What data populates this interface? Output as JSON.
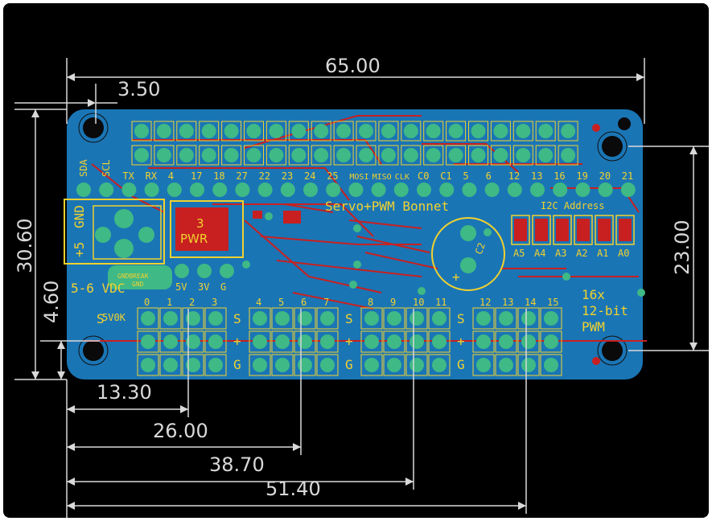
{
  "dimensions": {
    "board_width": "65.00",
    "hole_offset": "3.50",
    "board_height": "30.60",
    "hole_spacing_v": "23.00",
    "edge_offset": "4.60",
    "header_offsets": [
      "13.30",
      "26.00",
      "38.70",
      "51.40"
    ]
  },
  "silkscreen": {
    "header_pins": [
      "SDA",
      "SCL",
      "TX",
      "RX",
      "4",
      "17",
      "18",
      "27",
      "22",
      "23",
      "24",
      "25",
      "MOSI",
      "MISO",
      "CLK",
      "C0",
      "C1",
      "5",
      "6",
      "12",
      "13",
      "16",
      "19",
      "20",
      "21"
    ],
    "title": "Servo+PWM Bonnet",
    "i2c_label": "I2C Address",
    "address_pads": [
      "A5",
      "A4",
      "A3",
      "A2",
      "A1",
      "A0"
    ],
    "power_terminal": [
      "+5",
      "GND"
    ],
    "vdc_label": "5-6 VDC",
    "ok_label": "5V0K",
    "power_pins": [
      "5V",
      "3V",
      "G"
    ],
    "pwr_label": "PWR",
    "pwr_number": "3",
    "gnd_label": "GND",
    "gndbreak_label": "GNDBREAK",
    "cap_label": "C2",
    "polarity_mark": "+",
    "servo_channels": [
      "0",
      "1",
      "2",
      "3",
      "4",
      "5",
      "6",
      "7",
      "8",
      "9",
      "10",
      "11",
      "12",
      "13",
      "14",
      "15"
    ],
    "row_labels": [
      "S",
      "+",
      "G"
    ],
    "feature_text": [
      "16x",
      "12-bit",
      "PWM"
    ]
  },
  "colors": {
    "board": "#1a75b5",
    "silk": "#f1d22e",
    "copper": "#c82020",
    "pad": "#3fb985",
    "dim_line": "#d9d9d9"
  }
}
